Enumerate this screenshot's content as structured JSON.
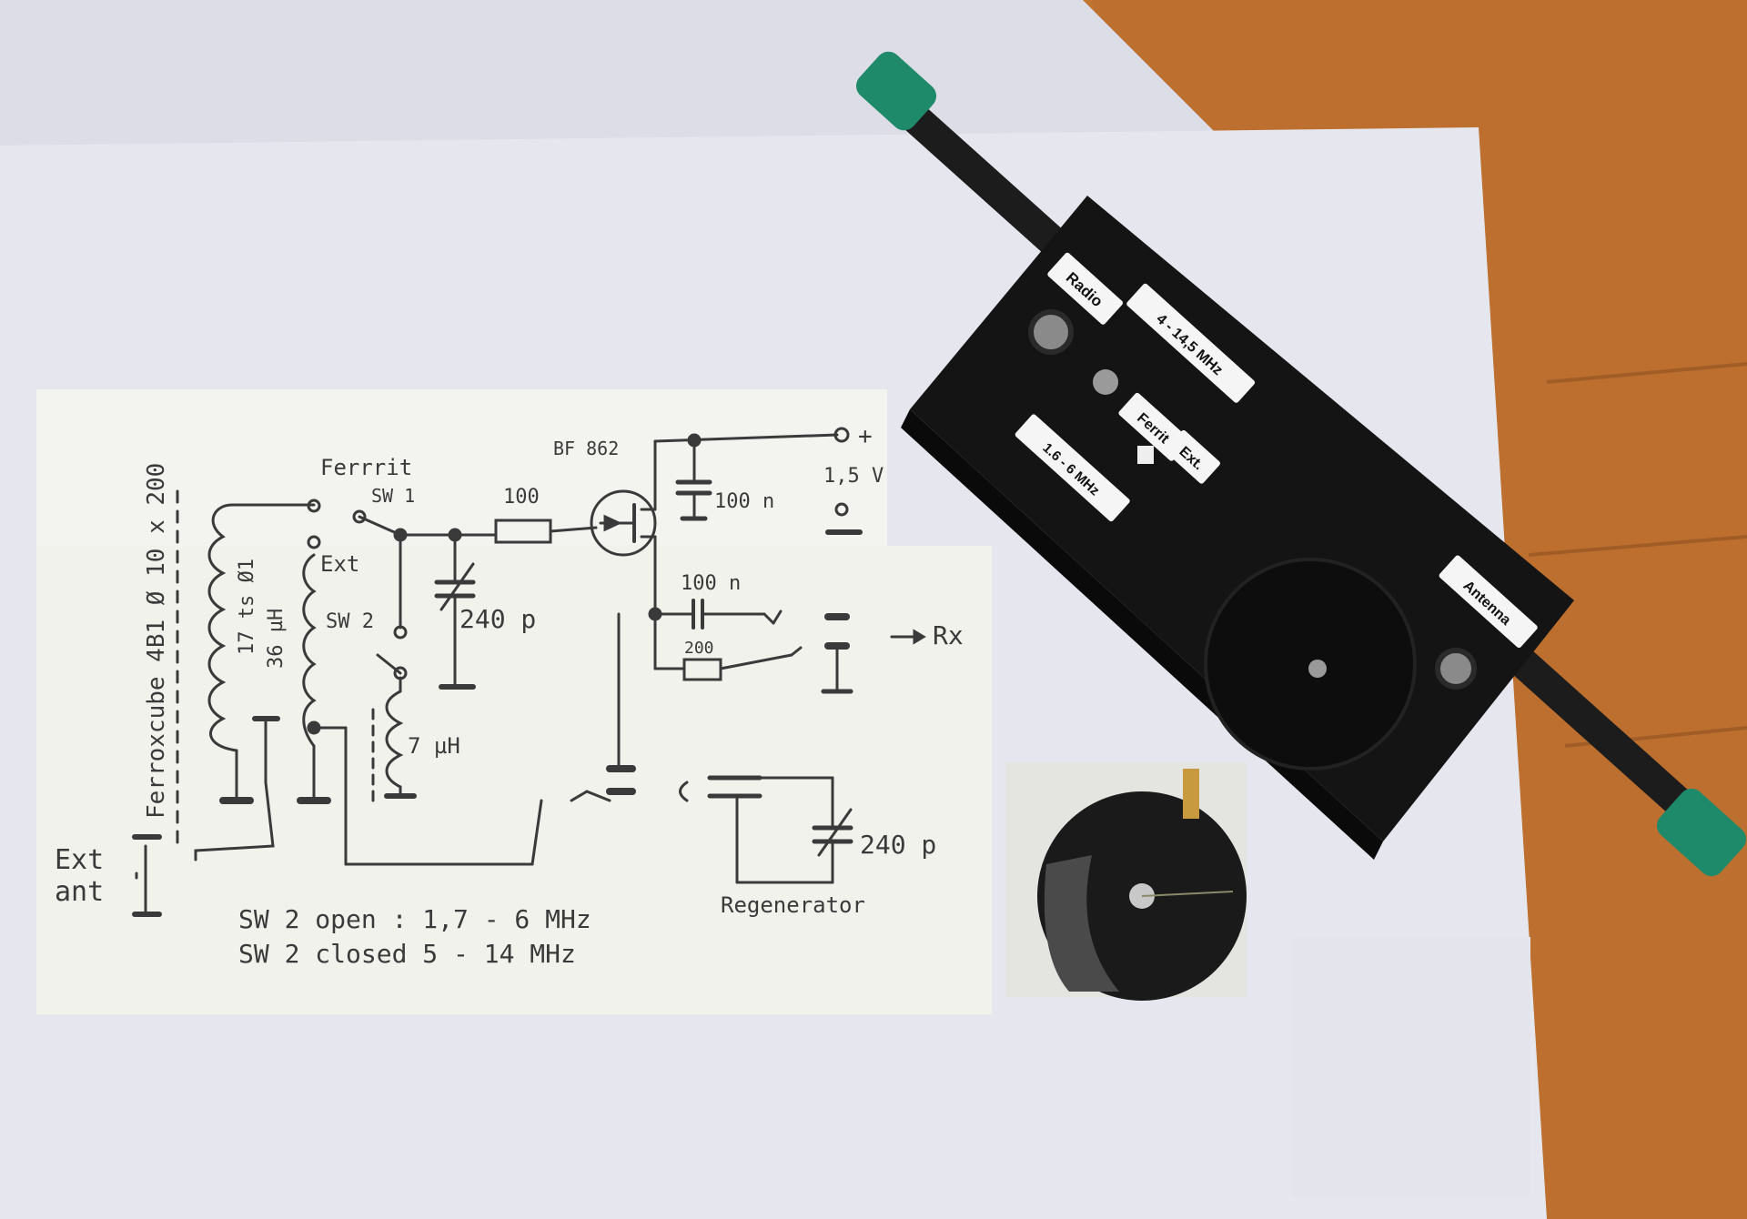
{
  "schematic": {
    "core_label": "Ferroxcube 4B1 Ø 10 x 200",
    "coil_turns": "17 ts Ø1",
    "coil_inductance": "36 µH",
    "tap_label": "Ferrrit",
    "sw1_label": "SW 1",
    "ext_label": "Ext",
    "sw2_label": "SW 2",
    "inductor_label": "7 µH",
    "resistor_100": "100",
    "transistor_label": "BF 862",
    "cap_100n_top": "100 n",
    "supply_plus": "+",
    "supply_voltage": "1,5 V",
    "cap_100n_out": "100 n",
    "resistor_200": "200",
    "rx_label": "Rx",
    "tuning_cap": "240 p",
    "regen_cap": "240 p",
    "regen_label": "Regenerator",
    "ext_ant_line1": "Ext",
    "ext_ant_line2": "ant",
    "note_line1": "SW 2 open : 1,7 - 6 MHz",
    "note_line2": "SW 2 closed 5 - 14 MHz"
  },
  "device": {
    "label_radio": "Radio",
    "label_band_high": "4 - 14,5 MHz",
    "label_switch_left": "Ferrit",
    "label_switch_right": "Ext.",
    "label_band_low": "1.6 - 6 MHz",
    "label_antenna": "Antenna"
  },
  "colors": {
    "table": "#c77a35",
    "paper": "#e9e9ef",
    "ink": "#3a3a3a",
    "enclosure": "#151515",
    "rod_cap": "#1e8a6a"
  }
}
